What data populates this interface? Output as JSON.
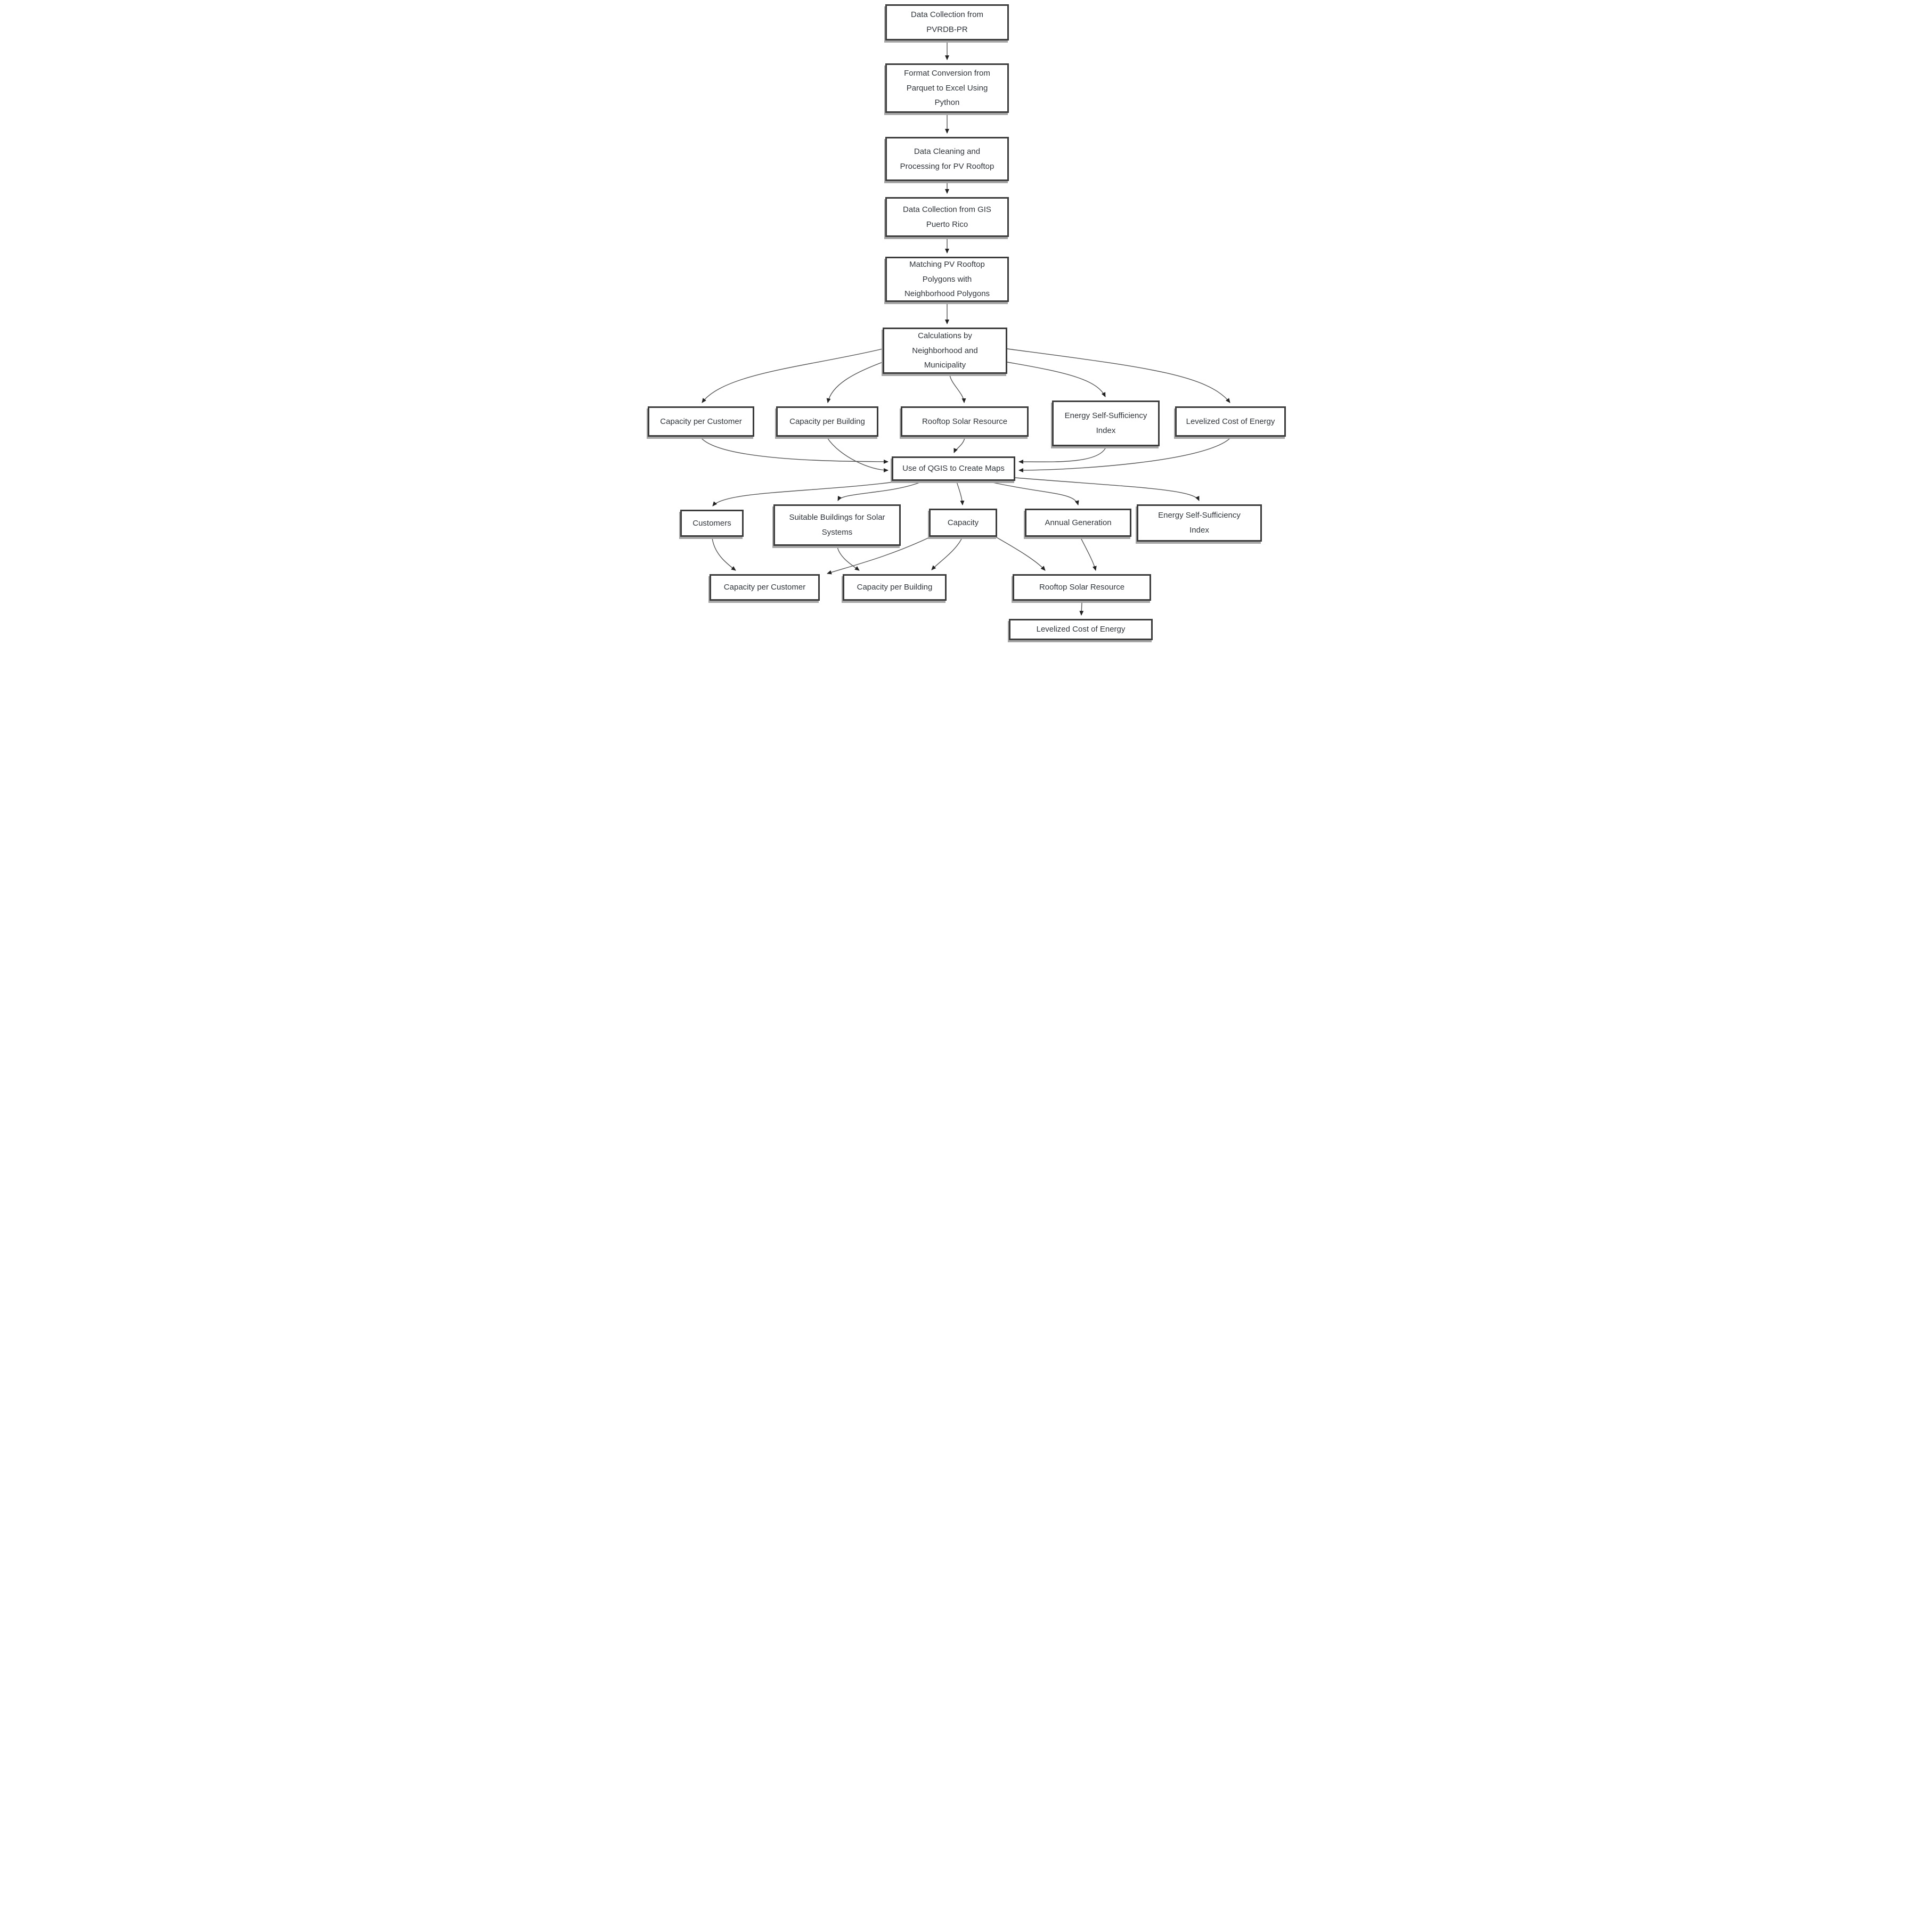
{
  "diagram": {
    "type": "flowchart",
    "background_color": "#ffffff",
    "node_fill_color": "#ffffff",
    "node_border_color": "#3c3c3c",
    "node_shadow_color": "#a6a6a6",
    "text_color": "#2f353b",
    "arrow_line_color": "#565656",
    "arrowhead_color": "#222222",
    "nodes": [
      {
        "id": "collect_pvrdb",
        "label": "Data Collection from\nPVRDB-PR"
      },
      {
        "id": "format_conversion",
        "label": "Format Conversion from\nParquet to Excel Using\nPython"
      },
      {
        "id": "data_cleaning",
        "label": "Data Cleaning and\nProcessing for PV Rooftop"
      },
      {
        "id": "collect_gis",
        "label": "Data Collection from GIS\nPuerto Rico"
      },
      {
        "id": "matching_polygons",
        "label": "Matching PV Rooftop\nPolygons with\nNeighborhood Polygons"
      },
      {
        "id": "calculations",
        "label": "Calculations by\nNeighborhood and\nMunicipality"
      },
      {
        "id": "cap_per_customer_1",
        "label": "Capacity per Customer"
      },
      {
        "id": "cap_per_building_1",
        "label": "Capacity per Building"
      },
      {
        "id": "rooftop_solar_1",
        "label": "Rooftop Solar Resource"
      },
      {
        "id": "essi_1",
        "label": "Energy Self-Sufficiency\nIndex"
      },
      {
        "id": "lcoe_1",
        "label": "Levelized Cost of Energy"
      },
      {
        "id": "qgis",
        "label": "Use of QGIS to Create Maps"
      },
      {
        "id": "customers",
        "label": "Customers"
      },
      {
        "id": "suitable_buildings",
        "label": "Suitable Buildings for Solar\nSystems"
      },
      {
        "id": "capacity",
        "label": "Capacity"
      },
      {
        "id": "annual_generation",
        "label": "Annual Generation"
      },
      {
        "id": "essi_2",
        "label": "Energy Self-Sufficiency\nIndex"
      },
      {
        "id": "cap_per_customer_2",
        "label": "Capacity per Customer"
      },
      {
        "id": "cap_per_building_2",
        "label": "Capacity per Building"
      },
      {
        "id": "rooftop_solar_2",
        "label": "Rooftop Solar Resource"
      },
      {
        "id": "lcoe_2",
        "label": "Levelized Cost of Energy"
      }
    ],
    "edges": [
      [
        "collect_pvrdb",
        "format_conversion"
      ],
      [
        "format_conversion",
        "data_cleaning"
      ],
      [
        "data_cleaning",
        "collect_gis"
      ],
      [
        "collect_gis",
        "matching_polygons"
      ],
      [
        "matching_polygons",
        "calculations"
      ],
      [
        "calculations",
        "cap_per_customer_1"
      ],
      [
        "calculations",
        "cap_per_building_1"
      ],
      [
        "calculations",
        "rooftop_solar_1"
      ],
      [
        "calculations",
        "essi_1"
      ],
      [
        "calculations",
        "lcoe_1"
      ],
      [
        "cap_per_customer_1",
        "qgis"
      ],
      [
        "cap_per_building_1",
        "qgis"
      ],
      [
        "rooftop_solar_1",
        "qgis"
      ],
      [
        "essi_1",
        "qgis"
      ],
      [
        "lcoe_1",
        "qgis"
      ],
      [
        "qgis",
        "customers"
      ],
      [
        "qgis",
        "suitable_buildings"
      ],
      [
        "qgis",
        "capacity"
      ],
      [
        "qgis",
        "annual_generation"
      ],
      [
        "qgis",
        "essi_2"
      ],
      [
        "customers",
        "cap_per_customer_2"
      ],
      [
        "suitable_buildings",
        "cap_per_building_2"
      ],
      [
        "capacity",
        "cap_per_customer_2"
      ],
      [
        "capacity",
        "cap_per_building_2"
      ],
      [
        "capacity",
        "rooftop_solar_2"
      ],
      [
        "annual_generation",
        "rooftop_solar_2"
      ],
      [
        "rooftop_solar_2",
        "lcoe_2"
      ]
    ]
  }
}
